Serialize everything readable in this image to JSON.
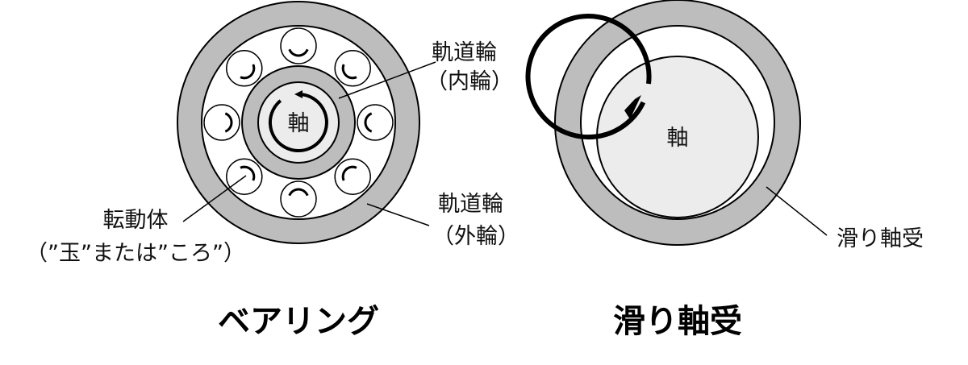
{
  "bearing": {
    "title": "ベアリング",
    "shaft_label": "軸",
    "inner_race_label": [
      "軌道輪",
      "（内輪）"
    ],
    "outer_race_label": [
      "軌道輪",
      "（外輪）"
    ],
    "rolling_element_label": [
      "転動体",
      "（”玉”または”ころ”）"
    ]
  },
  "plain_bearing": {
    "title": "滑り軸受",
    "shaft_label": "軸",
    "bearing_label": "滑り軸受"
  },
  "colors": {
    "ring_gray": "#bdbdbd",
    "shaft_fill": "#ececec",
    "stroke": "#000000"
  }
}
